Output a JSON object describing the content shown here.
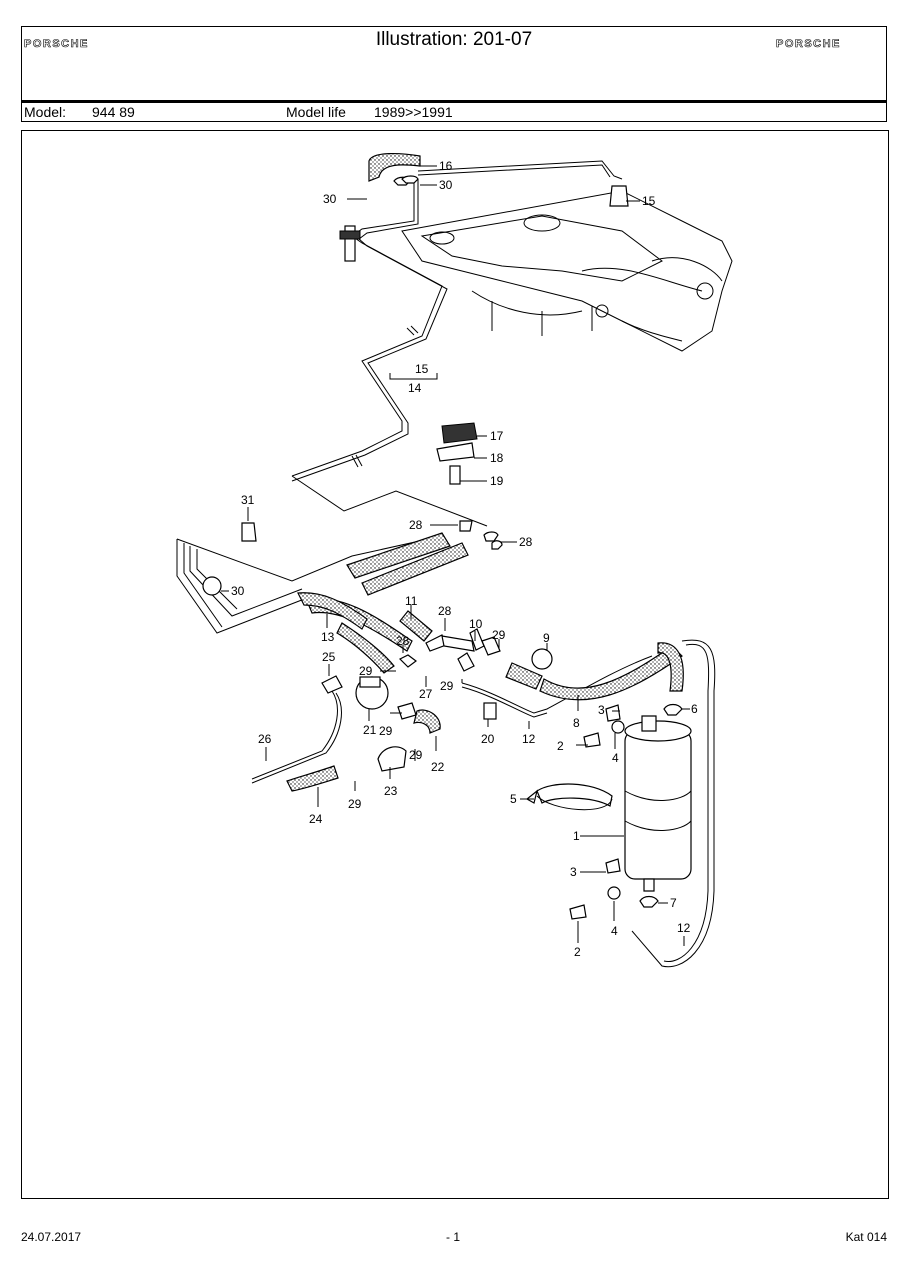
{
  "header": {
    "title": "Illustration: 201-07",
    "brand_left": "PORSCHE",
    "brand_right": "PORSCHE"
  },
  "model": {
    "model_label": "Model:",
    "model_value": "944 89",
    "life_label": "Model life",
    "life_value": "1989>>1991"
  },
  "callouts": [
    "16",
    "30",
    "30",
    "15",
    "15",
    "14",
    "17",
    "18",
    "19",
    "31",
    "28",
    "28",
    "30",
    "11",
    "13",
    "28",
    "10",
    "29",
    "9",
    "25",
    "29",
    "28",
    "27",
    "29",
    "3",
    "6",
    "21",
    "29",
    "20",
    "12",
    "8",
    "26",
    "29",
    "22",
    "2",
    "4",
    "23",
    "24",
    "29",
    "5",
    "1",
    "3",
    "7",
    "2",
    "4",
    "12"
  ],
  "footer": {
    "date": "24.07.2017",
    "page": "- 1",
    "catalog": "Kat 014"
  }
}
